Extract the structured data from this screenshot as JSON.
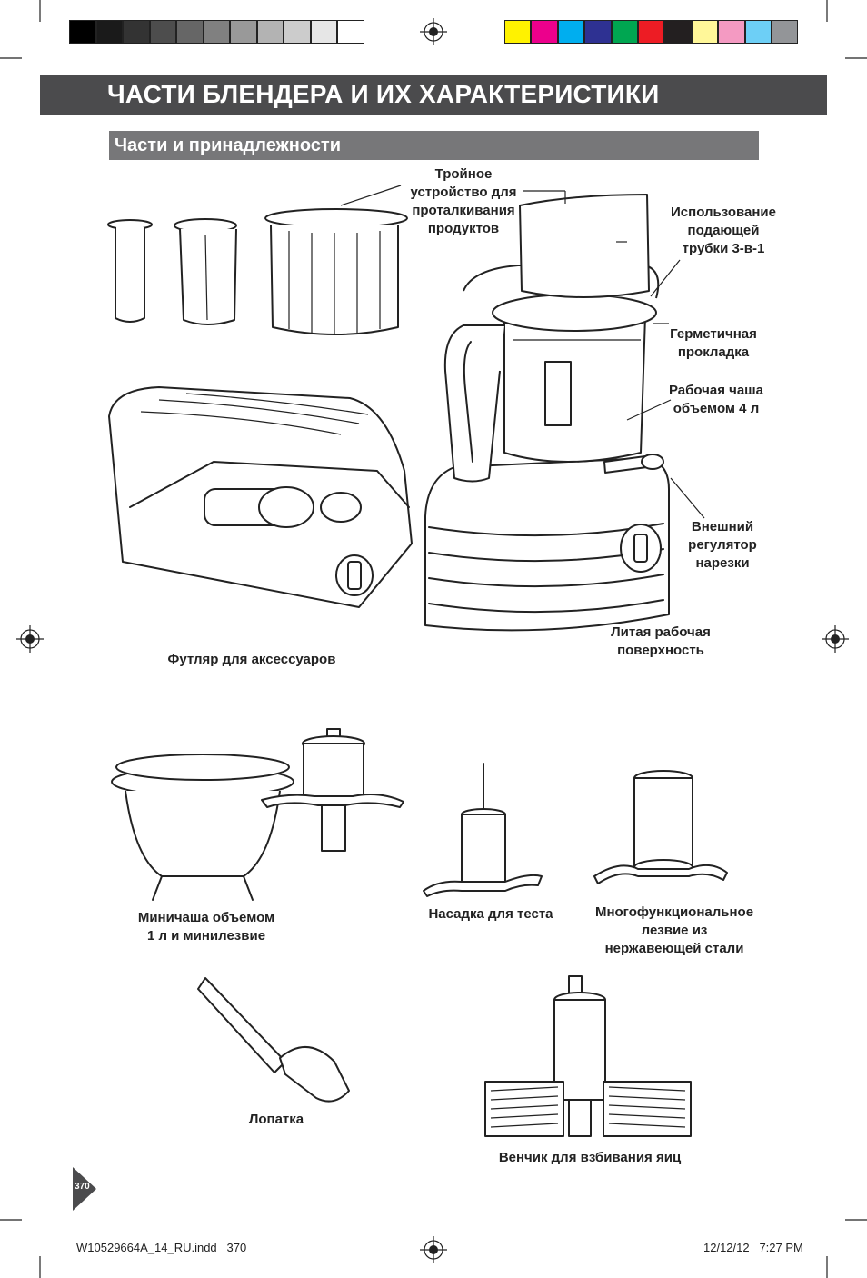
{
  "header": {
    "title": "ЧАСТИ БЛЕНДЕРА И ИХ ХАРАКТЕРИСТИКИ",
    "subtitle": "Части и принадлежности"
  },
  "print_marks": {
    "gray_swatches": [
      "#000000",
      "#1a1a1a",
      "#333333",
      "#4d4d4d",
      "#666666",
      "#808080",
      "#999999",
      "#b3b3b3",
      "#cccccc",
      "#e6e6e6",
      "#ffffff"
    ],
    "color_swatches": [
      "#fff200",
      "#ec008c",
      "#00aeef",
      "#2e3192",
      "#00a651",
      "#ed1c24",
      "#231f20",
      "#fff799",
      "#f49ac2",
      "#6dcff6",
      "#939598"
    ]
  },
  "labels": {
    "pusher": "Тройное\nустройство для\nпроталкивания\nпродуктов",
    "feed_tube": "Использование\nподающей\nтрубки 3-в-1",
    "seal": "Герметичная\nпрокладка",
    "bowl": "Рабочая чаша\nобъемом 4 л",
    "slicing_control": "Внешний\nрегулятор\nнарезки",
    "base": "Литая рабочая\nповерхность",
    "case": "Футляр для аксессуаров",
    "mini_bowl": "Миничаша объемом\n1 л и минилезвие",
    "dough_blade": "Насадка для теста",
    "multi_blade": "Многофункциональное\nлезвие из\nнержавеющей стали",
    "spatula": "Лопатка",
    "whisk": "Венчик для взбивания яиц"
  },
  "footer": {
    "page_number": "370",
    "file": "W10529664A_14_RU.indd   370",
    "date": "12/12/12   7:27 PM"
  }
}
